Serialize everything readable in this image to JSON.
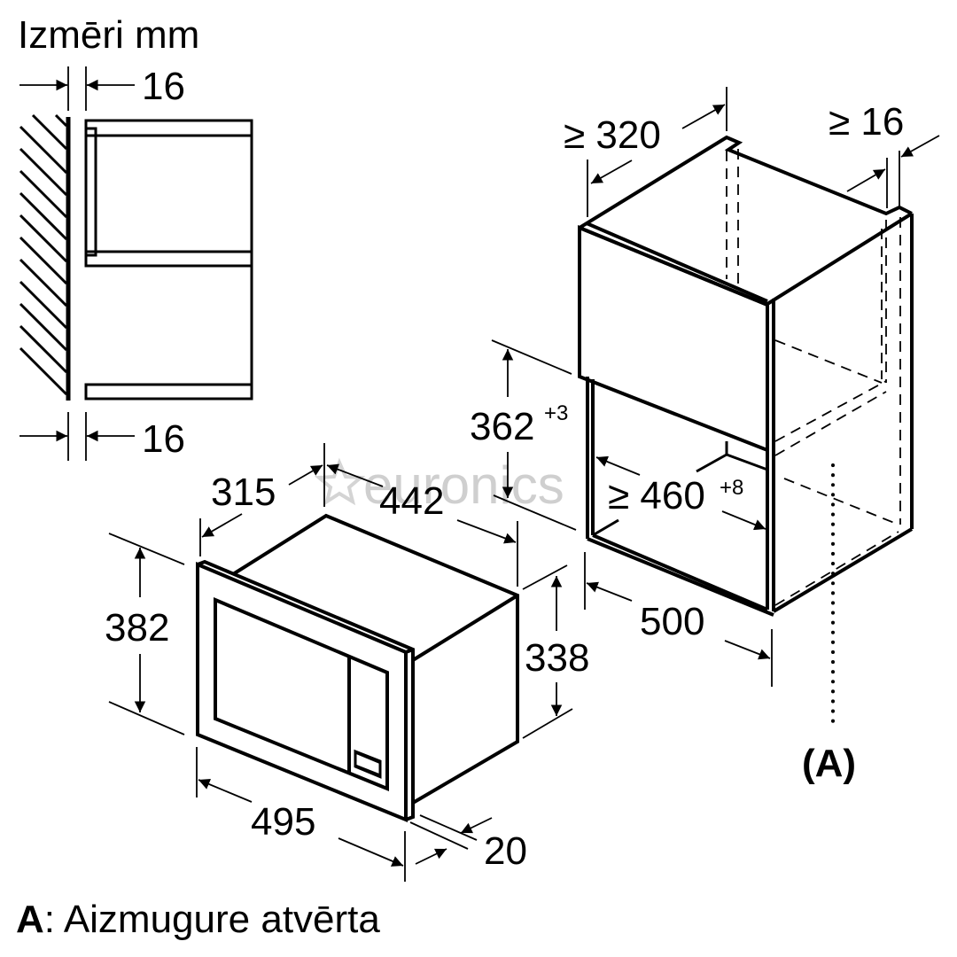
{
  "title": "Izmēri mm",
  "side_view": {
    "top_gap": "16",
    "bottom_gap": "16"
  },
  "appliance": {
    "depth_total": "315",
    "width_body": "442",
    "height_front": "382",
    "height_body": "338",
    "width_front": "495",
    "front_thickness": "20"
  },
  "cabinet": {
    "depth_min": "≥ 320",
    "side_clearance": "≥ 16",
    "niche_height": "362",
    "niche_height_tol": "+3",
    "niche_width": "≥ 460",
    "niche_width_tol": "+8",
    "niche_depth": "500",
    "marker": "(A)"
  },
  "legend": {
    "key": "A",
    "separator": ":",
    "text": " Aizmugure atvērta"
  },
  "watermark": "euronics",
  "colors": {
    "line": "#000000",
    "background": "#ffffff",
    "watermark": "#cfcfcf"
  }
}
